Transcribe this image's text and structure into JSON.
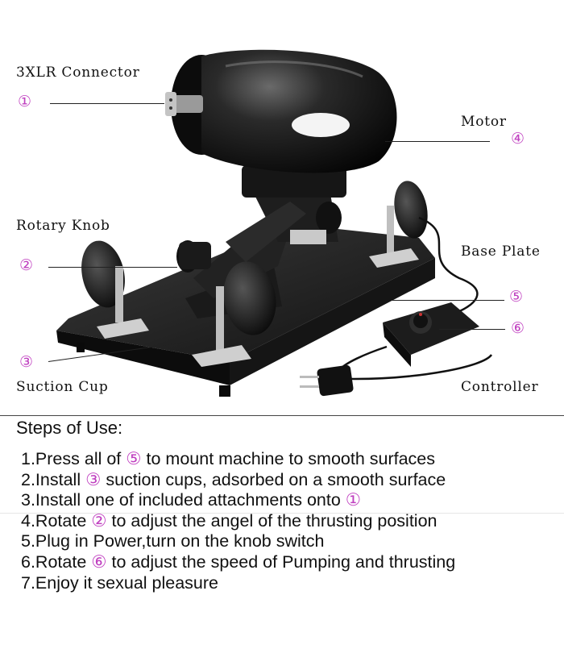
{
  "labels": {
    "connector": "3XLR Connector",
    "motor": "Motor",
    "rotary_knob": "Rotary Knob",
    "base_plate": "Base Plate",
    "suction_cup": "Suction Cup",
    "controller": "Controller"
  },
  "markers": {
    "m1": "①",
    "m2": "②",
    "m3": "③",
    "m4": "④",
    "m5": "⑤",
    "m6": "⑥"
  },
  "steps_title": "Steps of Use:",
  "steps": [
    {
      "pre": "1.Press all of ",
      "ref": "⑤",
      "post": " to mount machine to smooth surfaces"
    },
    {
      "pre": "2.Install ",
      "ref": "③",
      "post": " suction cups, adsorbed on a smooth surface"
    },
    {
      "pre": "3.Install one of included attachments onto ",
      "ref": "①",
      "post": ""
    },
    {
      "pre": "4.Rotate ",
      "ref": "②",
      "post": " to adjust the angel of the thrusting position"
    },
    {
      "pre": "5.Plug in Power,turn on the knob switch",
      "ref": "",
      "post": ""
    },
    {
      "pre": "6.Rotate ",
      "ref": "⑥",
      "post": " to adjust the speed of Pumping and thrusting"
    },
    {
      "pre": "7.Enjoy it sexual pleasure",
      "ref": "",
      "post": ""
    }
  ],
  "colors": {
    "accent": "#c040c0",
    "machine": "#1a1a1a",
    "metal": "#bfbfbf"
  }
}
